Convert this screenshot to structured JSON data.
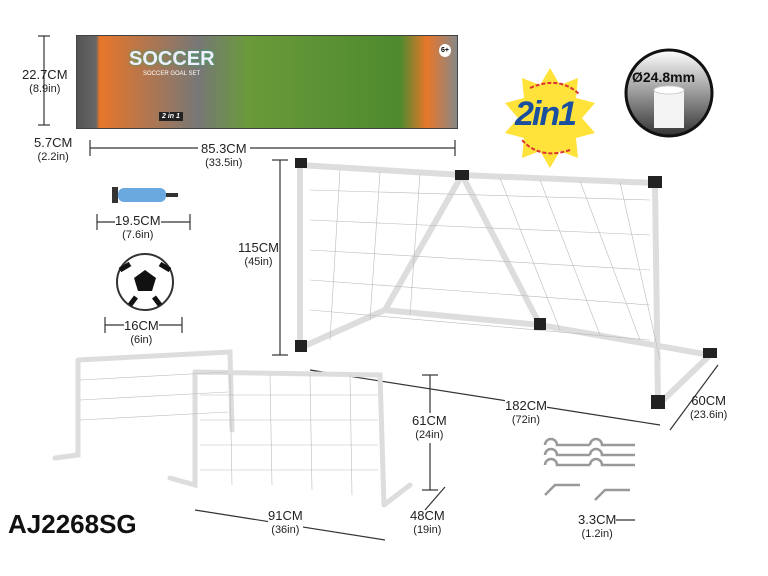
{
  "model": "AJ2268SG",
  "package": {
    "title": "SOCCER",
    "subtitle": "SOCCER GOAL SET",
    "badge": "2 in 1",
    "age": "6+",
    "height": {
      "cm": "22.7CM",
      "in": "(8.9in)"
    },
    "depth": {
      "cm": "5.7CM",
      "in": "(2.2in)"
    },
    "width": {
      "cm": "85.3CM",
      "in": "(33.5in)"
    }
  },
  "pump": {
    "cm": "19.5CM",
    "in": "(7.6in)"
  },
  "ball": {
    "cm": "16CM",
    "in": "(6in)"
  },
  "large_goal": {
    "height": {
      "cm": "115CM",
      "in": "(45in)"
    },
    "width": {
      "cm": "182CM",
      "in": "(72in)"
    },
    "depth": {
      "cm": "60CM",
      "in": "(23.6in)"
    }
  },
  "small_goal": {
    "height": {
      "cm": "61CM",
      "in": "(24in)"
    },
    "width": {
      "cm": "91CM",
      "in": "(36in)"
    },
    "depth": {
      "cm": "48CM",
      "in": "(19in)"
    }
  },
  "peg": {
    "cm": "3.3CM",
    "in": "(1.2in)"
  },
  "badge_2in1": "2in1",
  "tube_diameter": "Ø24.8mm"
}
